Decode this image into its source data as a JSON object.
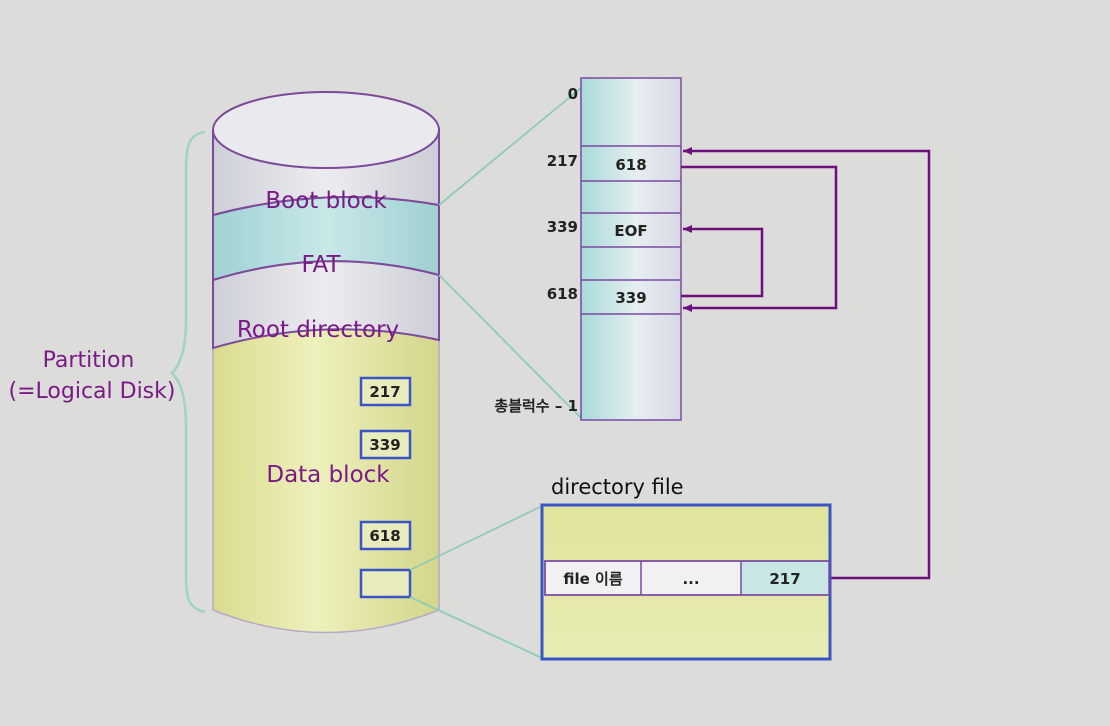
{
  "disk": {
    "partition_label_line1": "Partition",
    "partition_label_line2": "(=Logical Disk)",
    "sections": {
      "boot": "Boot block",
      "fat": "FAT",
      "root": "Root directory",
      "data": "Data block"
    },
    "data_blocks": [
      "217",
      "339",
      "618",
      ""
    ]
  },
  "fat_table": {
    "index_labels": [
      "0",
      "217",
      "339",
      "618",
      "총블럭수 – 1"
    ],
    "entries": {
      "e217": "618",
      "e339": "EOF",
      "e618": "339"
    }
  },
  "directory_file": {
    "title": "directory file",
    "row": {
      "name": "file 이름",
      "dots": "...",
      "start_block": "217"
    }
  },
  "colors": {
    "background": "#dcdcda",
    "label_purple": "#7a1a86",
    "arrow_purple": "#6e0f7e",
    "block_border": "#3a55c8",
    "data_fill": "#e6e9a6",
    "fat_fill": "#b4dede",
    "connector": "#8ecdb4"
  }
}
